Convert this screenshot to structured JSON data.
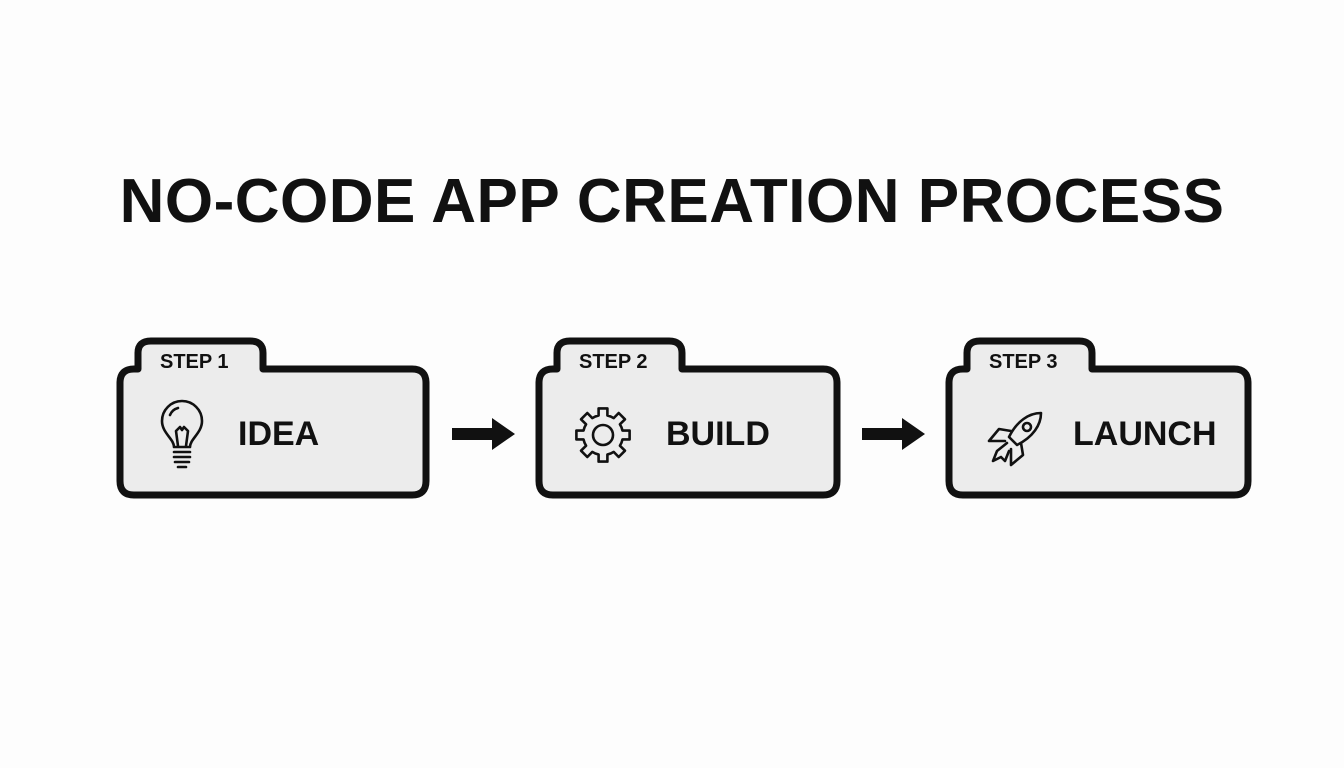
{
  "title": "NO-CODE APP CREATION PROCESS",
  "colors": {
    "stroke": "#111111",
    "box_fill": "#ececec",
    "background": "#fdfdfd"
  },
  "steps": [
    {
      "tag": "STEP 1",
      "label": "IDEA",
      "icon": "lightbulb-icon"
    },
    {
      "tag": "STEP 2",
      "label": "BUILD",
      "icon": "gear-icon"
    },
    {
      "tag": "STEP 3",
      "label": "LAUNCH",
      "icon": "rocket-icon"
    }
  ]
}
